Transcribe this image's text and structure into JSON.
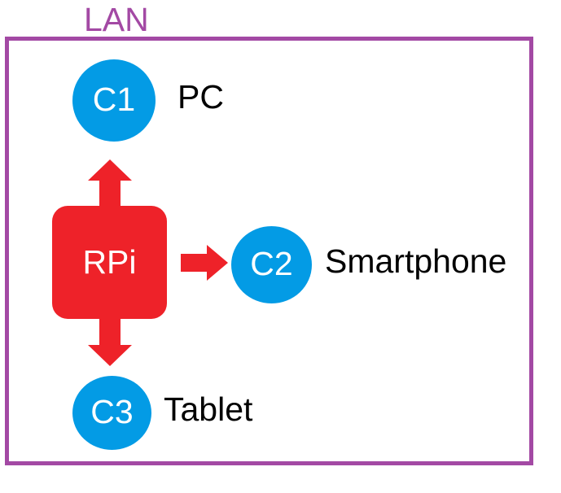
{
  "diagram": {
    "title": "LAN",
    "boundary": {
      "label": "LAN",
      "color": "#a349a4"
    },
    "colors": {
      "client_blue": "#039be5",
      "server_red": "#ee2229",
      "boundary_purple": "#a349a4",
      "label_black": "#000000",
      "node_text_white": "#ffffff",
      "background": "#ffffff"
    },
    "nodes": [
      {
        "id": "c1",
        "text": "C1",
        "label": "PC",
        "shape": "circle",
        "color": "#039be5"
      },
      {
        "id": "rpi",
        "text": "RPi",
        "label": "",
        "shape": "rounded-rect",
        "color": "#ee2229"
      },
      {
        "id": "c2",
        "text": "C2",
        "label": "Smartphone",
        "shape": "circle",
        "color": "#039be5"
      },
      {
        "id": "c3",
        "text": "C3",
        "label": "Tablet",
        "shape": "circle",
        "color": "#039be5"
      }
    ],
    "connections": [
      {
        "from": "rpi",
        "to": "c1",
        "direction": "up",
        "color": "#ee2229"
      },
      {
        "from": "rpi",
        "to": "c2",
        "direction": "right",
        "color": "#ee2229"
      },
      {
        "from": "rpi",
        "to": "c3",
        "direction": "down",
        "color": "#ee2229"
      }
    ]
  }
}
